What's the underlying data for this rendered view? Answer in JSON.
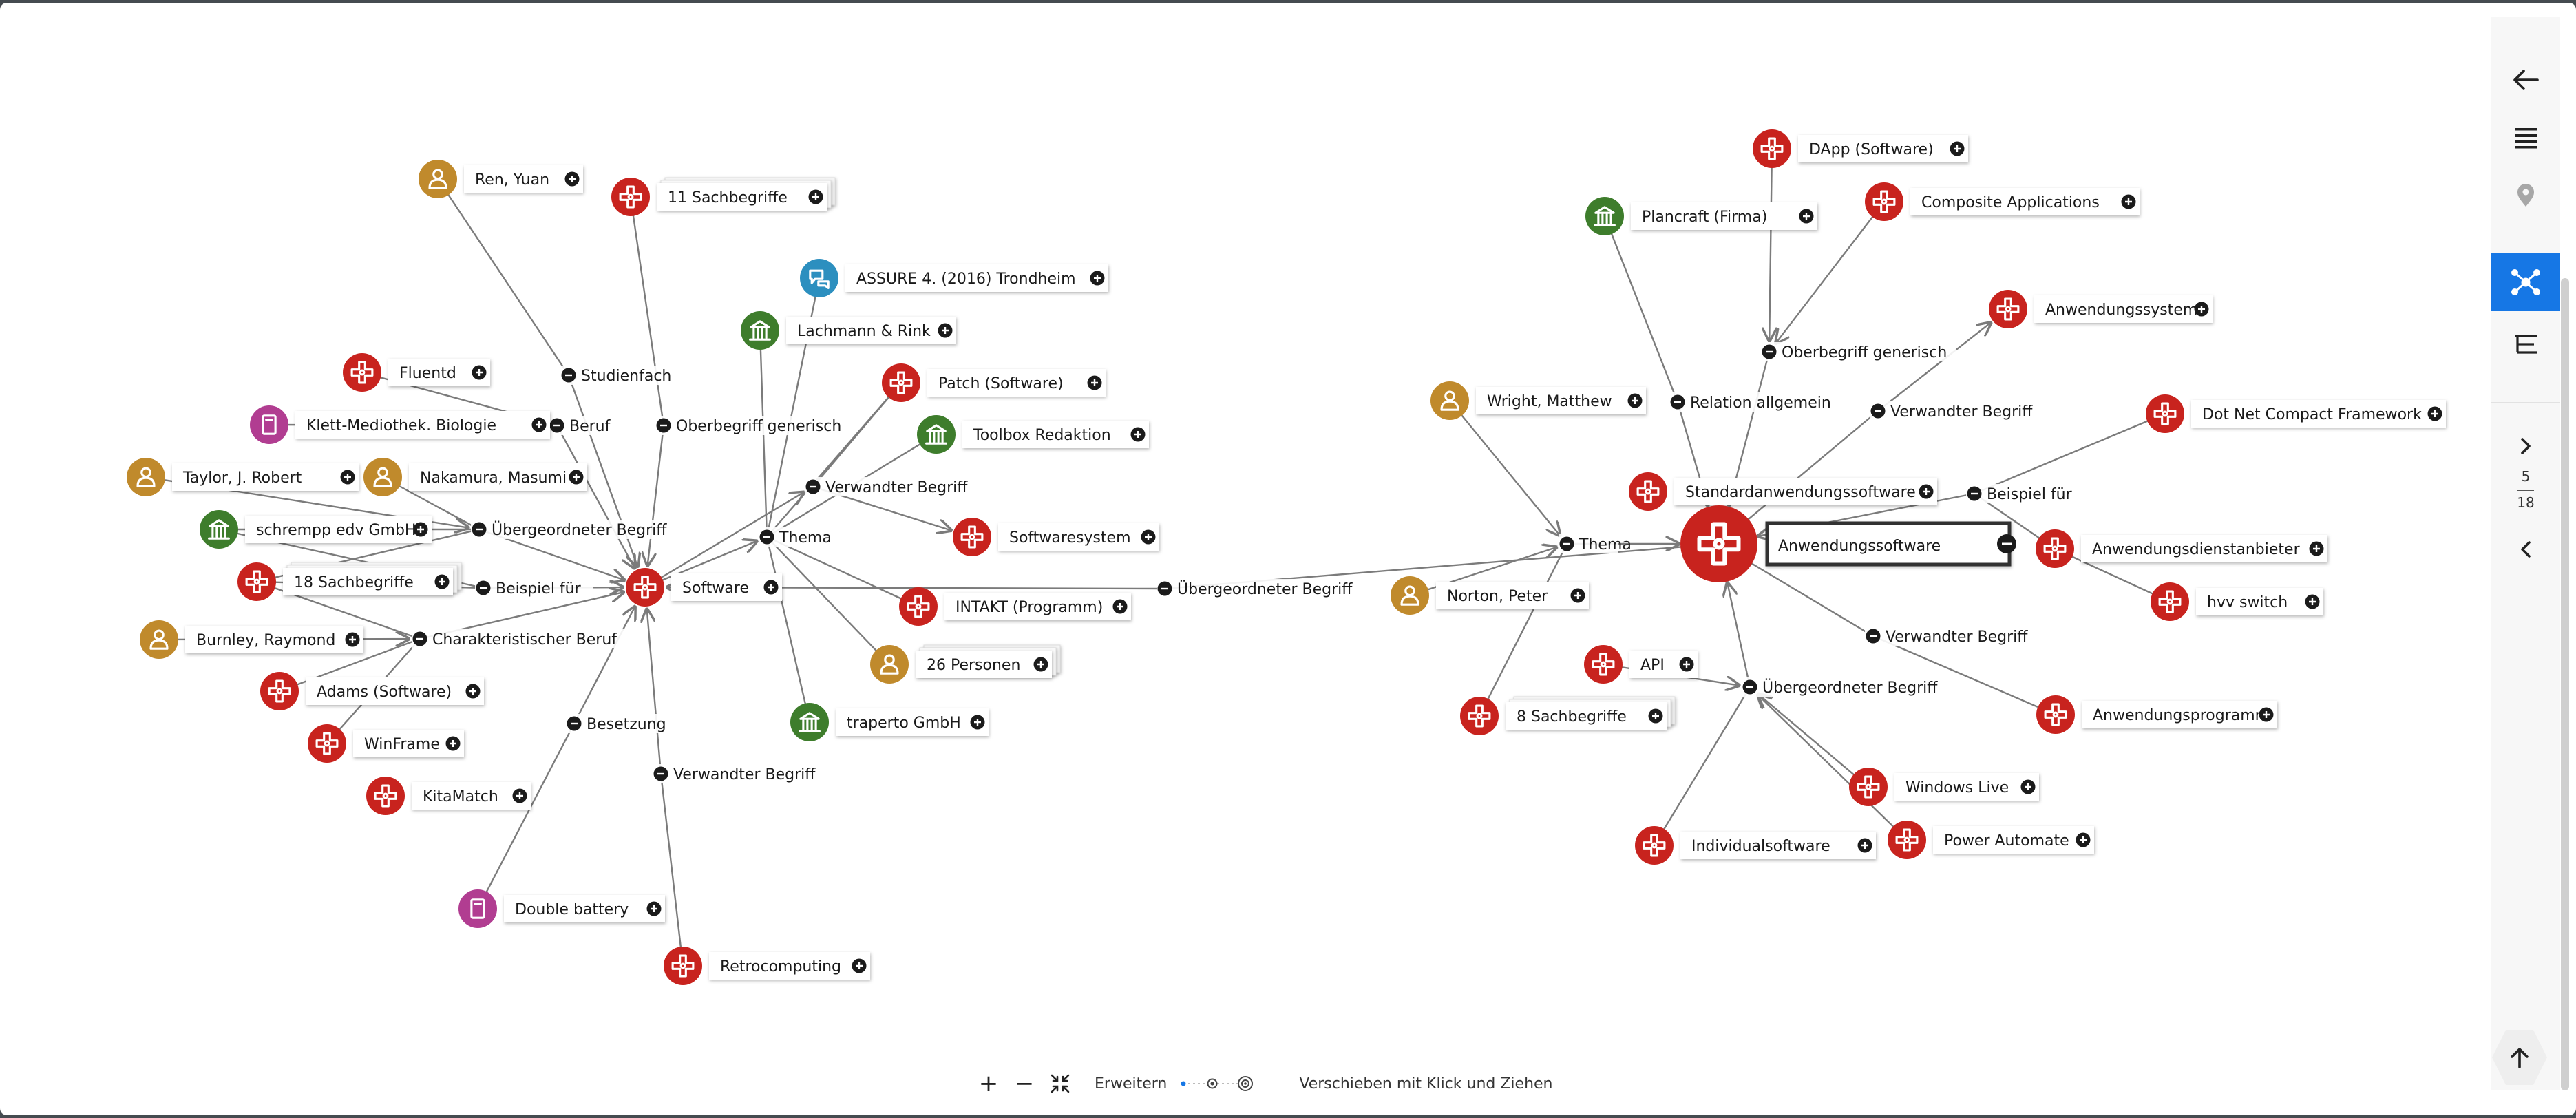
{
  "colors": {
    "concept": "#c8231e",
    "person": "#c08a2c",
    "organization": "#3e7d2c",
    "work": "#b13d91",
    "event": "#2c8fbf",
    "accent": "#1677e5",
    "edge": "#7b7b7b"
  },
  "nodes": [
    {
      "id": "n1",
      "label": "Ren, Yuan",
      "type": "person",
      "icon": "person-icon"
    },
    {
      "id": "n2",
      "label": "11 Sachbegriffe",
      "type": "concept",
      "icon": "concept-icon",
      "stacked": true
    },
    {
      "id": "n3",
      "label": "ASSURE 4. (2016) Trondheim",
      "type": "event",
      "icon": "event-icon"
    },
    {
      "id": "n4",
      "label": "Lachmann & Rink",
      "type": "organization",
      "icon": "building-icon"
    },
    {
      "id": "n5",
      "label": "Fluentd",
      "type": "concept",
      "icon": "concept-icon"
    },
    {
      "id": "n6",
      "label": "Patch (Software)",
      "type": "concept",
      "icon": "concept-icon"
    },
    {
      "id": "n7",
      "label": "Klett-Mediothek. Biologie",
      "type": "work",
      "icon": "work-icon"
    },
    {
      "id": "n8",
      "label": "Toolbox Redaktion",
      "type": "organization",
      "icon": "building-icon"
    },
    {
      "id": "n9",
      "label": "Taylor, J. Robert",
      "type": "person",
      "icon": "person-icon"
    },
    {
      "id": "n10",
      "label": "Nakamura, Masumi",
      "type": "person",
      "icon": "person-icon"
    },
    {
      "id": "n11",
      "label": "schrempp edv GmbH",
      "type": "organization",
      "icon": "building-icon"
    },
    {
      "id": "n12",
      "label": "Softwaresystem",
      "type": "concept",
      "icon": "concept-icon"
    },
    {
      "id": "n13",
      "label": "18 Sachbegriffe",
      "type": "concept",
      "icon": "concept-icon",
      "stacked": true
    },
    {
      "id": "n14",
      "label": "Software",
      "type": "concept",
      "icon": "concept-icon"
    },
    {
      "id": "n15",
      "label": "INTAKT (Programm)",
      "type": "concept",
      "icon": "concept-icon"
    },
    {
      "id": "n16",
      "label": "Burnley, Raymond",
      "type": "person",
      "icon": "person-icon"
    },
    {
      "id": "n17",
      "label": "26 Personen",
      "type": "person",
      "icon": "person-icon",
      "stacked": true
    },
    {
      "id": "n18",
      "label": "Adams (Software)",
      "type": "concept",
      "icon": "concept-icon"
    },
    {
      "id": "n19",
      "label": "traperto GmbH",
      "type": "organization",
      "icon": "building-icon"
    },
    {
      "id": "n20",
      "label": "WinFrame",
      "type": "concept",
      "icon": "concept-icon"
    },
    {
      "id": "n21",
      "label": "KitaMatch",
      "type": "concept",
      "icon": "concept-icon"
    },
    {
      "id": "n22",
      "label": "Double battery",
      "type": "work",
      "icon": "work-icon"
    },
    {
      "id": "n23",
      "label": "Retrocomputing",
      "type": "concept",
      "icon": "concept-icon"
    },
    {
      "id": "n24",
      "label": "DApp (Software)",
      "type": "concept",
      "icon": "concept-icon"
    },
    {
      "id": "n25",
      "label": "Plancraft (Firma)",
      "type": "organization",
      "icon": "building-icon"
    },
    {
      "id": "n26",
      "label": "Composite Applications",
      "type": "concept",
      "icon": "concept-icon"
    },
    {
      "id": "n27",
      "label": "Anwendungssystem",
      "type": "concept",
      "icon": "concept-icon"
    },
    {
      "id": "n28",
      "label": "Wright, Matthew",
      "type": "person",
      "icon": "person-icon"
    },
    {
      "id": "n29",
      "label": "Dot Net Compact Framework",
      "type": "concept",
      "icon": "concept-icon"
    },
    {
      "id": "n30",
      "label": "Standardanwendungssoftware",
      "type": "concept",
      "icon": "concept-icon"
    },
    {
      "id": "n31",
      "label": "Anwendungssoftware",
      "type": "concept",
      "icon": "concept-icon",
      "focus": true
    },
    {
      "id": "n32",
      "label": "Anwendungsdienstanbieter",
      "type": "concept",
      "icon": "concept-icon"
    },
    {
      "id": "n33",
      "label": "Norton, Peter",
      "type": "person",
      "icon": "person-icon"
    },
    {
      "id": "n34",
      "label": "hvv switch",
      "type": "concept",
      "icon": "concept-icon"
    },
    {
      "id": "n35",
      "label": "API",
      "type": "concept",
      "icon": "concept-icon"
    },
    {
      "id": "n36",
      "label": "8 Sachbegriffe",
      "type": "concept",
      "icon": "concept-icon",
      "stacked": true
    },
    {
      "id": "n37",
      "label": "Anwendungsprogramm",
      "type": "concept",
      "icon": "concept-icon"
    },
    {
      "id": "n38",
      "label": "Windows Live",
      "type": "concept",
      "icon": "concept-icon"
    },
    {
      "id": "n39",
      "label": "Power Automate",
      "type": "concept",
      "icon": "concept-icon"
    },
    {
      "id": "n40",
      "label": "Individualsoftware",
      "type": "concept",
      "icon": "concept-icon"
    }
  ],
  "relations": [
    {
      "id": "r1",
      "label": "Studienfach"
    },
    {
      "id": "r2",
      "label": "Beruf"
    },
    {
      "id": "r3",
      "label": "Oberbegriff generisch"
    },
    {
      "id": "r4",
      "label": "Übergeordneter Begriff"
    },
    {
      "id": "r5",
      "label": "Beispiel für"
    },
    {
      "id": "r6",
      "label": "Charakteristischer Beruf"
    },
    {
      "id": "r7",
      "label": "Verwandter Begriff"
    },
    {
      "id": "r8",
      "label": "Thema"
    },
    {
      "id": "r9",
      "label": "Besetzung"
    },
    {
      "id": "r10",
      "label": "Verwandter Begriff"
    },
    {
      "id": "r11",
      "label": "Übergeordneter Begriff"
    },
    {
      "id": "r12",
      "label": "Oberbegriff generisch"
    },
    {
      "id": "r13",
      "label": "Relation allgemein"
    },
    {
      "id": "r14",
      "label": "Verwandter Begriff"
    },
    {
      "id": "r15",
      "label": "Beispiel für"
    },
    {
      "id": "r16",
      "label": "Thema"
    },
    {
      "id": "r17",
      "label": "Verwandter Begriff"
    },
    {
      "id": "r18",
      "label": "Übergeordneter Begriff"
    }
  ],
  "sidebar": {
    "items": [
      {
        "name": "back-arrow-icon",
        "active": false
      },
      {
        "name": "list-view-icon",
        "active": false
      },
      {
        "name": "location-pin-icon",
        "active": false
      },
      {
        "name": "network-graph-icon",
        "active": true
      },
      {
        "name": "tree-view-icon",
        "active": false
      }
    ],
    "page_current": "5",
    "page_total": "18"
  },
  "toolbar": {
    "zoom_in": "+",
    "zoom_out": "−",
    "expand_label": "Erweitern",
    "pan_hint": "Verschieben mit Klick und Ziehen"
  }
}
